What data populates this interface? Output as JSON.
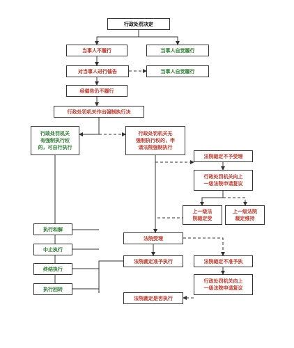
{
  "colors": {
    "red_text": "#c0392b",
    "green_text": "#2e7d32",
    "border": "#333333",
    "line": "#333333"
  },
  "nodes": {
    "decision": "行政处罚决定",
    "not_comply": "当事人不履行",
    "self_comply_1": "当事人自觉履行",
    "warn": "对当事人进行催告",
    "self_comply_2": "当事人自觉履行",
    "after_warn": "经催告仍不履行",
    "enforce_decision": "行政处罚机关作出强制执行决",
    "has_power": "行政处罚机关\n有强制执行权\n的，可自行执行",
    "no_power": "行政处罚机关无\n强制执行权的，申\n请法院强制执行",
    "court_reject": "法院裁定不予受理",
    "appeal_1": "行政处罚机关向上\n一级法院申请复议",
    "upper_revoke": "上一级法\n院裁定受",
    "upper_uphold": "上一级法院\n裁定维持",
    "settle": "执行和解",
    "suspend": "中止执行",
    "terminate": "终结执行",
    "reverse": "执行回转",
    "court_accept": "法院受理",
    "ruling_allow": "法院裁定准予执行",
    "ruling_deny": "法院裁定不准予执",
    "appeal_2": "行政处罚机关向上\n一级法院申请复议",
    "ruling_final": "法院裁定是否执行"
  }
}
